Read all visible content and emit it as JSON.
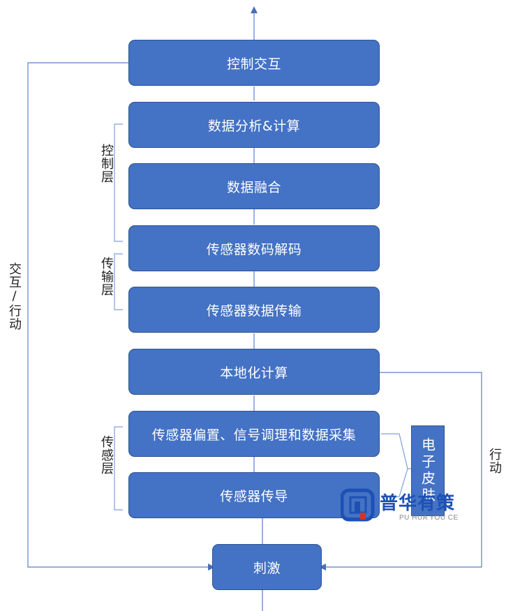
{
  "boxes": {
    "control_interaction": "控制交互",
    "data_analysis": "数据分析&计算",
    "data_fusion": "数据融合",
    "sensor_decode": "传感器数码解码",
    "sensor_transmission": "传感器数据传输",
    "local_compute": "本地化计算",
    "sensor_bias": "传感器偏置、信号调理和数据采集",
    "sensor_conduction": "传感器传导",
    "stimulus": "刺激"
  },
  "layer_labels": {
    "control": "控制层",
    "transmission": "传输层",
    "sensing": "传感层"
  },
  "side_labels": {
    "left": "交互/行动",
    "right": "行动"
  },
  "electronic_skin": "电子皮肤",
  "logo": {
    "name": "普华有策",
    "subtitle": "PU HUA YOU CE"
  },
  "colors": {
    "box_fill": "#4472c4",
    "box_border": "#2f528f",
    "line": "#5b7fc7",
    "bracket": "#7f9fd8"
  }
}
